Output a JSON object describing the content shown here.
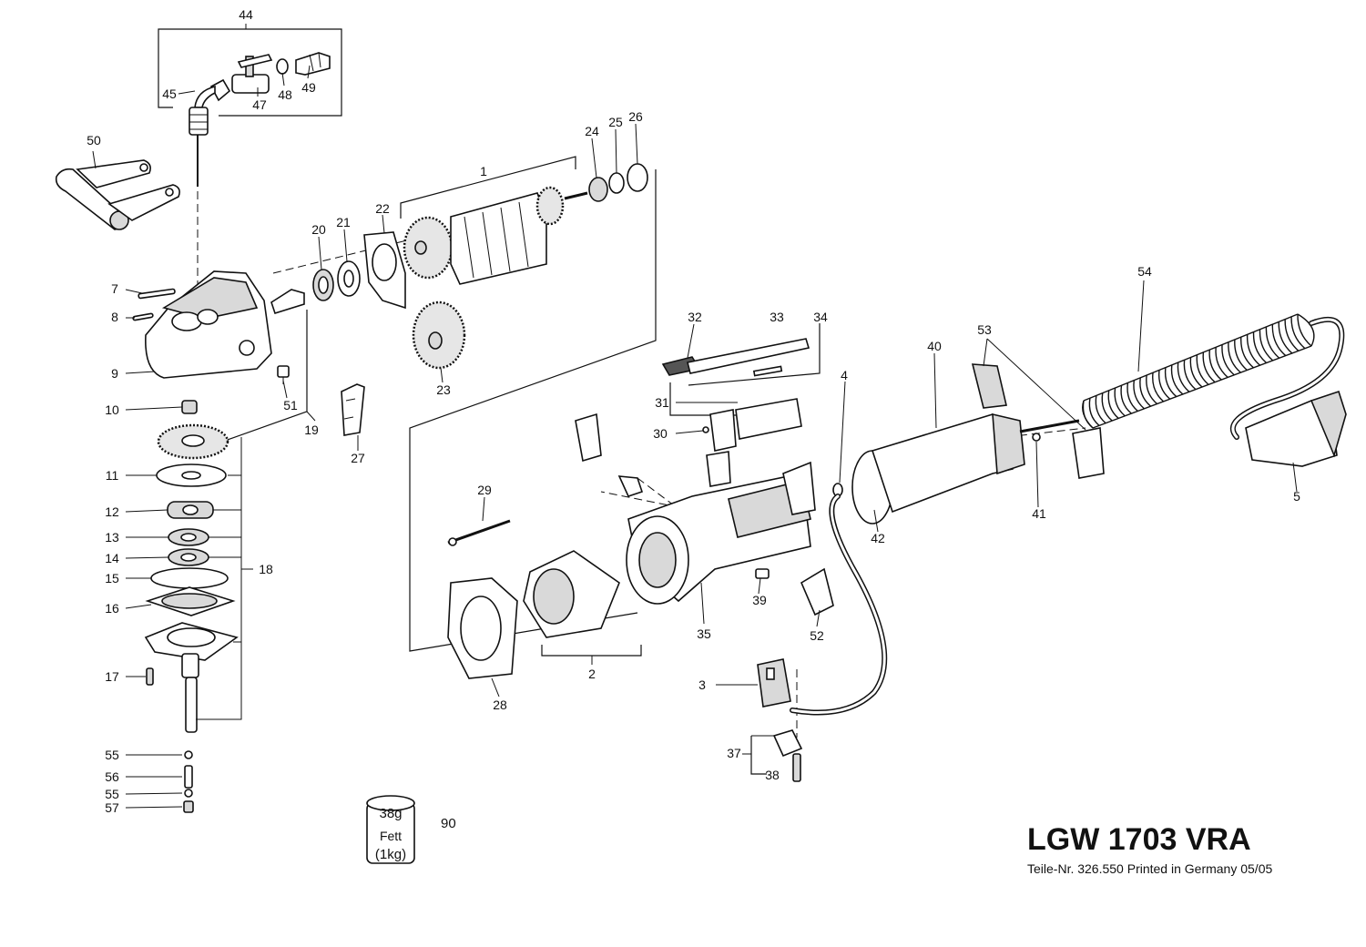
{
  "title": "LGW 1703 VRA",
  "footer": "Teile-Nr. 326.550 Printed in Germany 05/05",
  "grease_can": {
    "weight": "38g",
    "label": "Fett",
    "package": "(1kg)",
    "number": "90"
  },
  "callouts": [
    "1",
    "2",
    "3",
    "4",
    "5",
    "7",
    "8",
    "9",
    "10",
    "11",
    "12",
    "13",
    "14",
    "15",
    "16",
    "17",
    "18",
    "19",
    "20",
    "21",
    "22",
    "23",
    "24",
    "25",
    "26",
    "27",
    "28",
    "29",
    "30",
    "31",
    "32",
    "33",
    "34",
    "35",
    "37",
    "38",
    "39",
    "40",
    "41",
    "42",
    "44",
    "45",
    "47",
    "48",
    "49",
    "50",
    "51",
    "52",
    "53",
    "54",
    "55",
    "56",
    "55",
    "57"
  ]
}
